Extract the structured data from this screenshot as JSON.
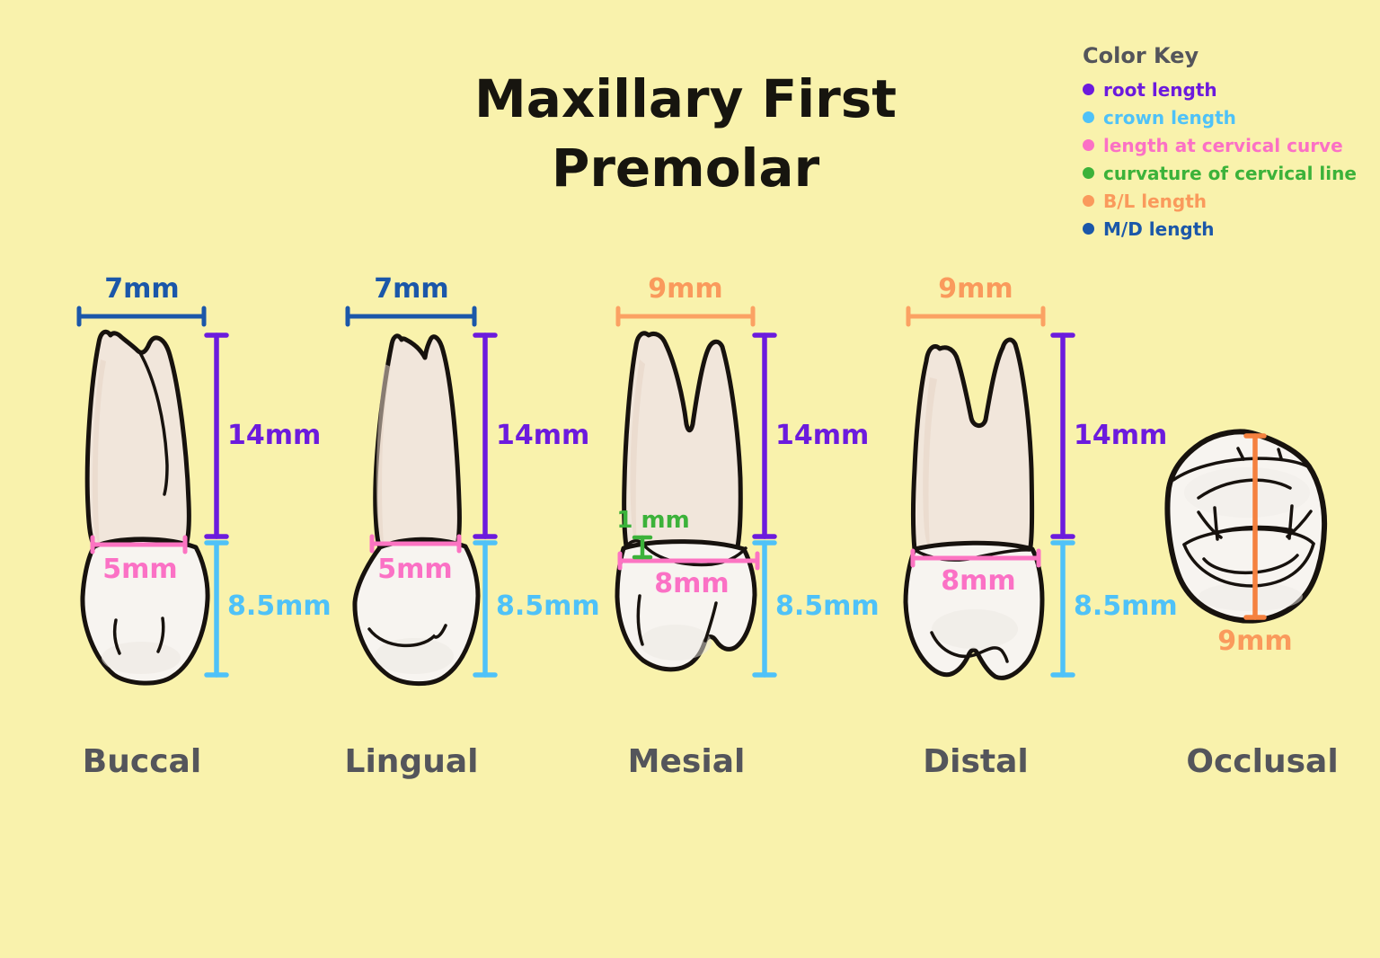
{
  "title": {
    "line1": "Maxillary First",
    "line2": "Premolar"
  },
  "color_key": {
    "heading": "Color Key",
    "items": [
      {
        "label": "root length",
        "color": "#6C1BDD"
      },
      {
        "label": "crown length",
        "color": "#4FC2F8"
      },
      {
        "label": "length at cervical curve",
        "color": "#FB71C5"
      },
      {
        "label": "curvature of cervical line",
        "color": "#3CB23A"
      },
      {
        "label": "B/L length",
        "color": "#FA9A5C"
      },
      {
        "label": "M/D length",
        "color": "#1B57A9"
      }
    ]
  },
  "views": [
    {
      "label": "Buccal",
      "md_length": "7mm",
      "root_length": "14mm",
      "crown_length": "8.5mm",
      "cervical_curve": "5mm"
    },
    {
      "label": "Lingual",
      "md_length": "7mm",
      "root_length": "14mm",
      "crown_length": "8.5mm",
      "cervical_curve": "5mm"
    },
    {
      "label": "Mesial",
      "bl_length": "9mm",
      "root_length": "14mm",
      "crown_length": "8.5mm",
      "cervical_curve": "8mm",
      "cervical_line_curvature": "1 mm"
    },
    {
      "label": "Distal",
      "bl_length": "9mm",
      "root_length": "14mm",
      "crown_length": "8.5mm",
      "cervical_curve": "8mm"
    },
    {
      "label": "Occlusal",
      "bl_length": "9mm"
    }
  ],
  "colors": {
    "background": "#F9F2AC",
    "root_length": "#6C1BDD",
    "crown_length": "#4FC2F8",
    "cervical_curve": "#FB71C5",
    "cervical_line_curvature": "#3CB23A",
    "bl_length": "#FA9A5C",
    "bl_line": "#F5813F",
    "md_length": "#1B57A9",
    "label_gray": "#54555B",
    "tooth_root_fill": "#F1E6DB",
    "tooth_crown_fill": "#F7F4F0"
  }
}
